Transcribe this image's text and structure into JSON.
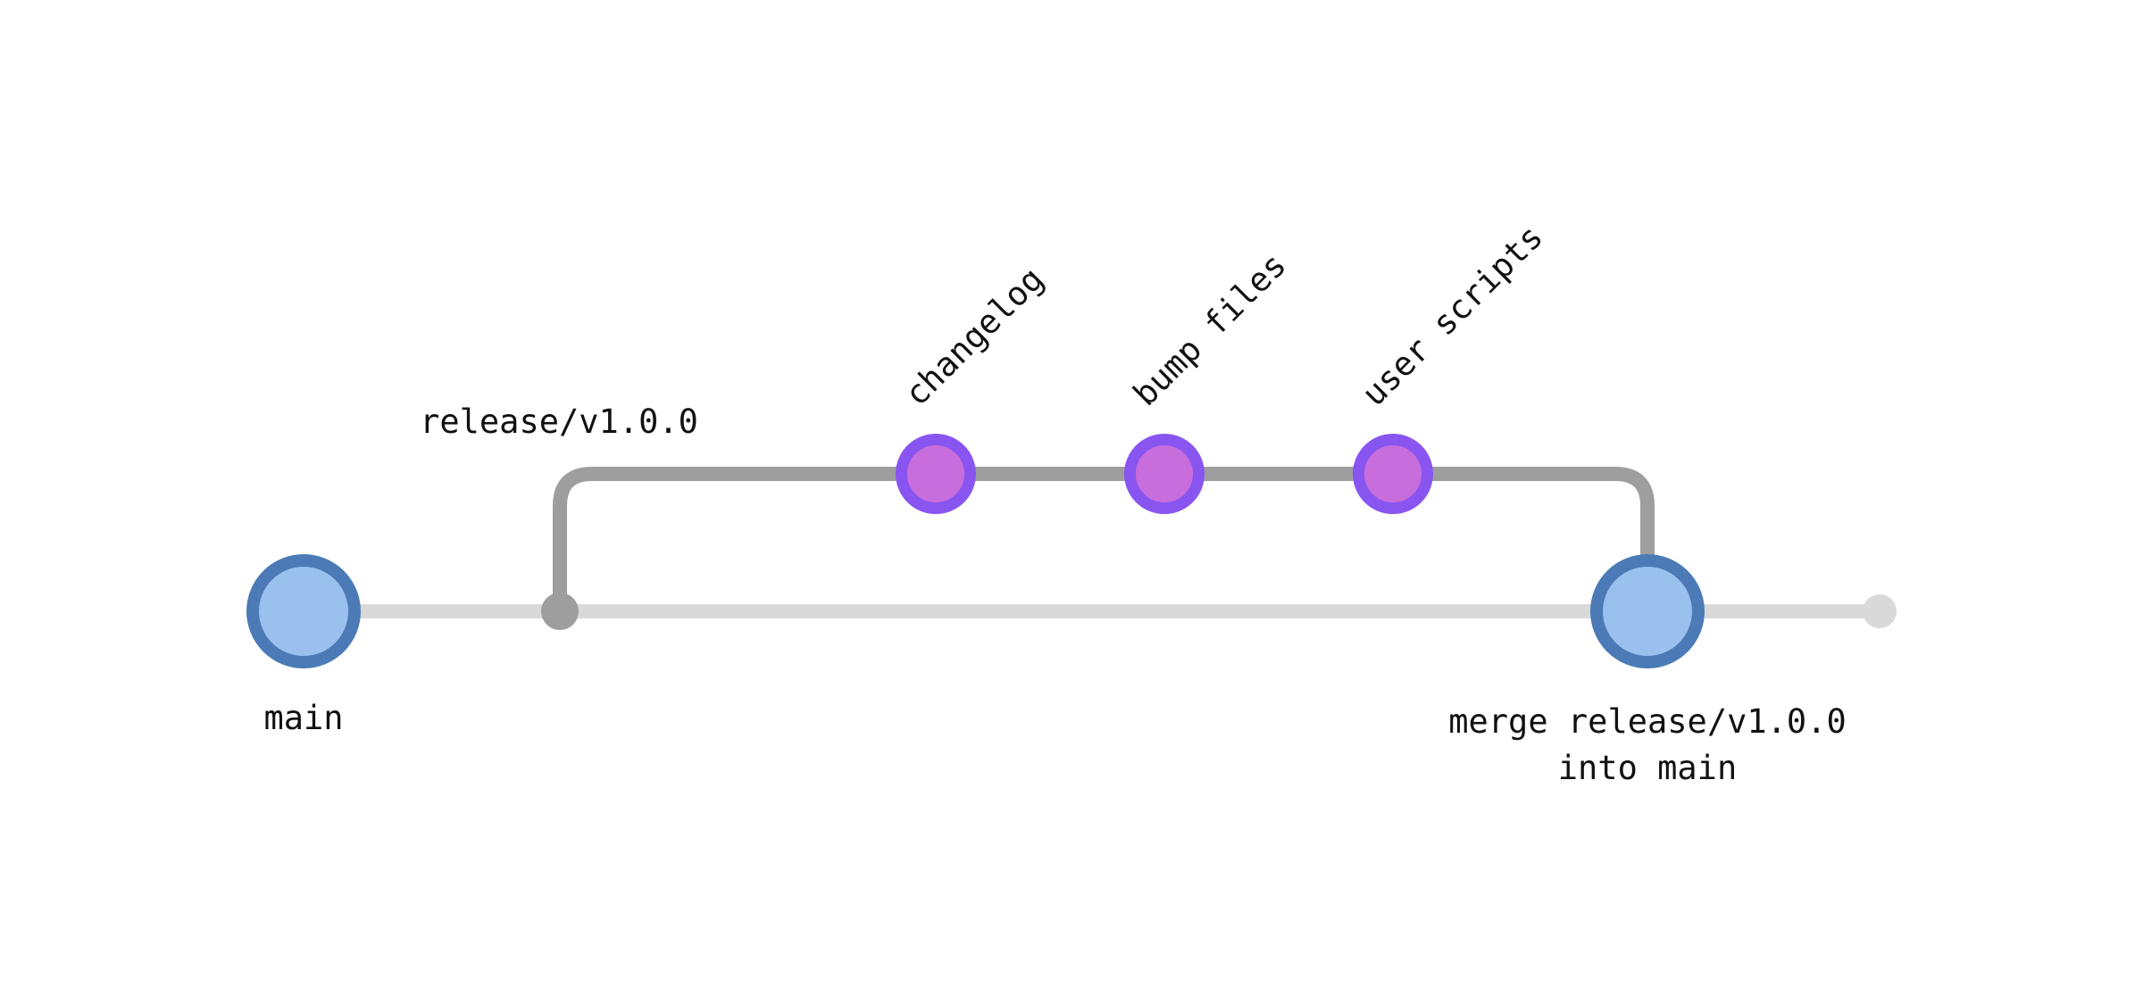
{
  "colors": {
    "background": "#ffffff",
    "main_line": "#d9d9d9",
    "release_line": "#9e9e9e",
    "node_fill": "#9ac0ee",
    "node_border": "#4b7ab7",
    "commit_fill": "#c76edc",
    "commit_border": "#8955f0",
    "text": "#111111"
  },
  "main_branch": {
    "label": "main",
    "merge_commit_label_line1": "merge release/v1.0.0",
    "merge_commit_label_line2": "into main"
  },
  "release_branch": {
    "label": "release/v1.0.0",
    "commits": [
      {
        "label": "changelog"
      },
      {
        "label": "bump files"
      },
      {
        "label": "user scripts"
      }
    ]
  }
}
